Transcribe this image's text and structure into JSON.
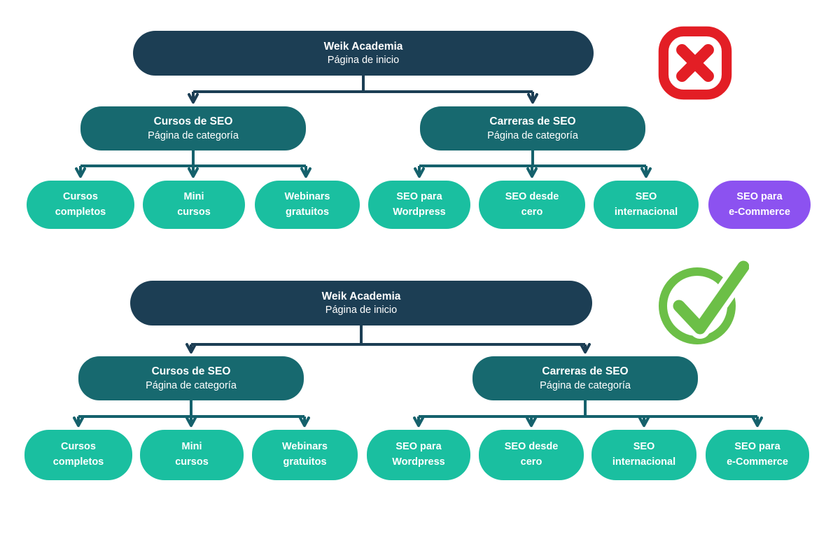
{
  "colors": {
    "root_node": "#1c3e54",
    "category_node": "#17696f",
    "leaf_node": "#1abfa0",
    "highlight_node": "#8c52f0",
    "connector_root": "#1c3e54",
    "connector_category": "#15616c",
    "cross_icon": "#e31e25",
    "check_icon": "#6cbf47"
  },
  "wrong": {
    "status": "cross-icon",
    "root": {
      "title": "Weik Academia",
      "subtitle": "Página de inicio"
    },
    "categories": [
      {
        "title": "Cursos de SEO",
        "subtitle": "Página de categoría"
      },
      {
        "title": "Carreras de SEO",
        "subtitle": "Página de categoría"
      }
    ],
    "leaves": [
      {
        "line1": "Cursos",
        "line2": "completos"
      },
      {
        "line1": "Mini",
        "line2": "cursos"
      },
      {
        "line1": "Webinars",
        "line2": "gratuitos"
      },
      {
        "line1": "SEO para",
        "line2": "Wordpress"
      },
      {
        "line1": "SEO desde",
        "line2": "cero"
      },
      {
        "line1": "SEO",
        "line2": "internacional"
      },
      {
        "line1": "SEO para",
        "line2": "e-Commerce"
      }
    ]
  },
  "right": {
    "status": "check-icon",
    "root": {
      "title": "Weik Academia",
      "subtitle": "Página de inicio"
    },
    "categories": [
      {
        "title": "Cursos de SEO",
        "subtitle": "Página de categoría"
      },
      {
        "title": "Carreras de SEO",
        "subtitle": "Página de categoría"
      }
    ],
    "leaves": [
      {
        "line1": "Cursos",
        "line2": "completos"
      },
      {
        "line1": "Mini",
        "line2": "cursos"
      },
      {
        "line1": "Webinars",
        "line2": "gratuitos"
      },
      {
        "line1": "SEO para",
        "line2": "Wordpress"
      },
      {
        "line1": "SEO desde",
        "line2": "cero"
      },
      {
        "line1": "SEO",
        "line2": "internacional"
      },
      {
        "line1": "SEO para",
        "line2": "e-Commerce"
      }
    ]
  }
}
